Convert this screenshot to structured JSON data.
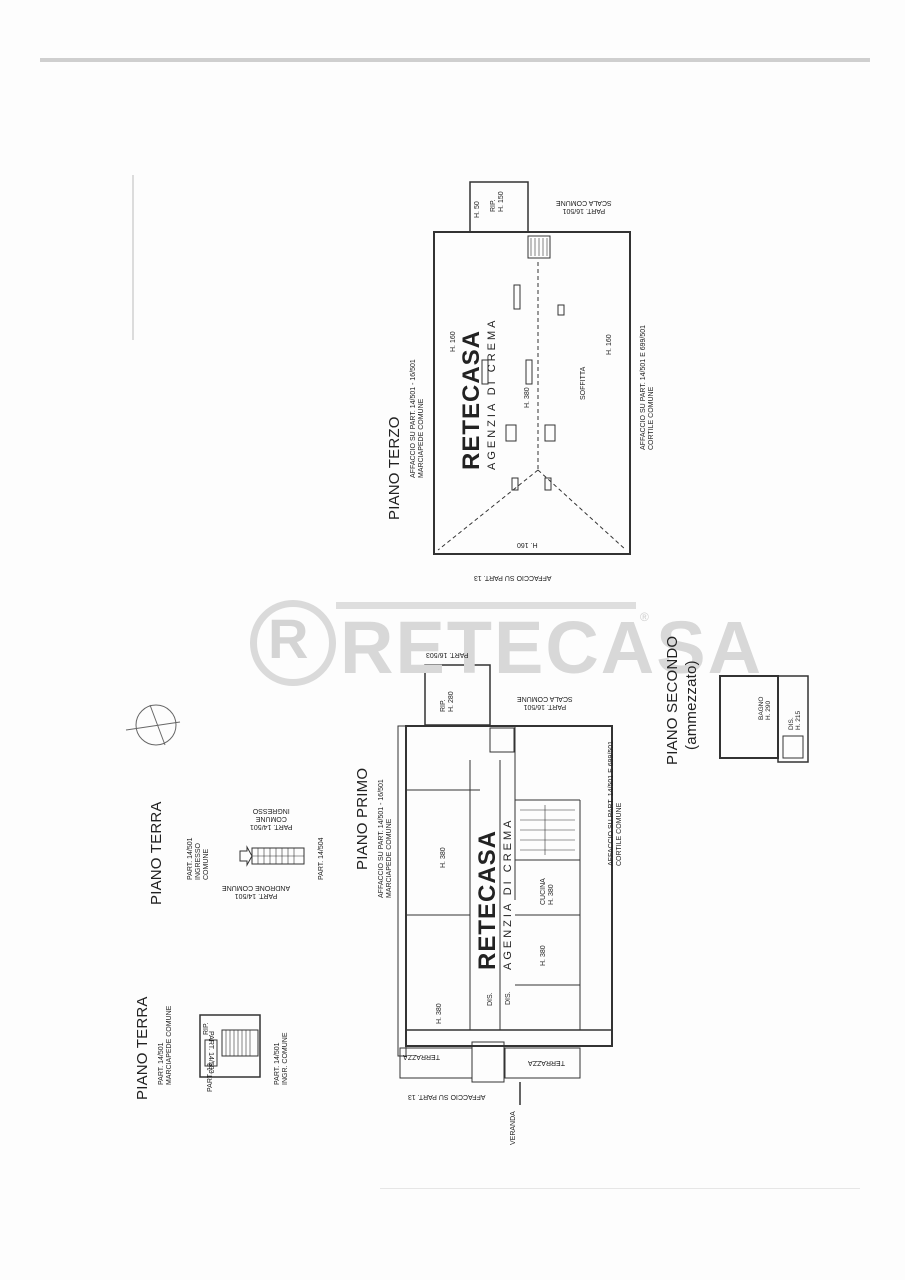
{
  "plans": {
    "terra_left": {
      "title": "PIANO TERRA",
      "l1": "PART. 14/501",
      "l2": "MARCIAPEDE COMUNE",
      "part13": "PART. 13",
      "part14503": "PART. 14/503",
      "rip": "RIP.",
      "ingr1": "PART. 14/501",
      "ingr2": "INGR. COMUNE"
    },
    "terra_mid": {
      "title": "PIANO TERRA",
      "a1": "PART. 14/501",
      "a2": "INGRESSO",
      "a3": "COMUNE",
      "b1": "PART. 14/501",
      "b2": "ANDRONE COMUNE",
      "c1": "INGRESSO",
      "c2": "COMUNE",
      "c3": "PART. 14/501",
      "d1": "PART. 14/504"
    },
    "primo": {
      "title": "PIANO PRIMO",
      "top1": "AFFACCIO SU PART. 14/501 - 16/501",
      "top2": "MARCIAPEDE COMUNE",
      "bot1": "AFFACCIO SU PART. 14/501 E 699/501",
      "bot2": "CORTILE COMUNE",
      "scala": "SCALA COMUNE",
      "part16501": "PART. 16/501",
      "part16503": "PART. 16/503",
      "rip": "RIP.",
      "h280": "H. 280",
      "h380a": "H. 380",
      "h380b": "H. 380",
      "h380c": "H. 380",
      "cucina": "CUCINA",
      "h380d": "H. 380",
      "dis1": "DIS.",
      "dis2": "DIS.",
      "terrazza1": "TERRAZZA",
      "terrazza2": "TERRAZZA",
      "affaccio13": "AFFACCIO SU PART. 13",
      "veranda": "VERANDA"
    },
    "secondo": {
      "title": "PIANO SECONDO",
      "sub": "(ammezzato)",
      "bagno": "BAGNO",
      "h290": "H. 290",
      "dis": "DIS.",
      "h215": "H. 215"
    },
    "terzo": {
      "title": "PIANO TERZO",
      "top1": "AFFACCIO SU PART. 14/501 - 16/501",
      "top2": "MARCIAPEDE COMUNE",
      "bot1": "AFFACCIO SU PART. 14/501 E 699/501",
      "bot2": "CORTILE COMUNE",
      "rip": "RIP.",
      "h50": "H. 50",
      "h150": "H. 150",
      "scala": "SCALA COMUNE",
      "part16501": "PART. 16/501",
      "h160a": "H. 160",
      "h380": "H. 380",
      "soffitta": "SOFFITTA",
      "h160b": "H. 160",
      "h160c": "H. 160",
      "affaccio13": "AFFACCIO SU PART. 13"
    }
  },
  "watermark": {
    "brand": "RETECASA",
    "reg": "®",
    "stamp_brand": "RETECASA",
    "stamp_sub": "AGENZIA DI CREMA"
  }
}
